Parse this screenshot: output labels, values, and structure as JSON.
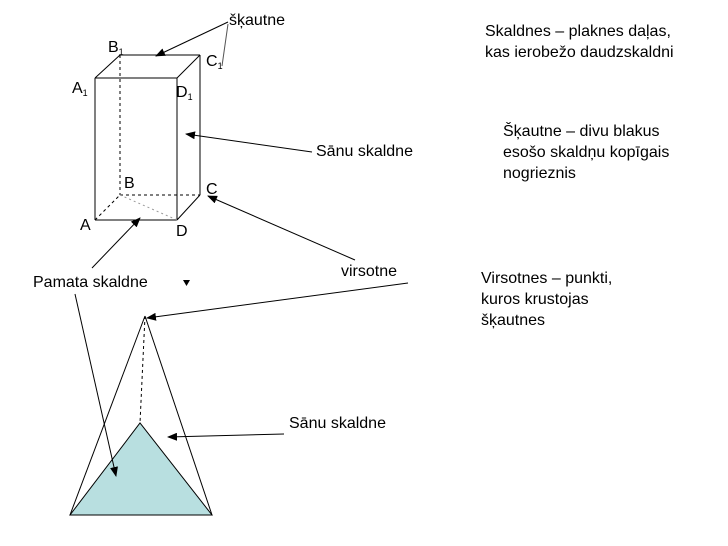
{
  "labels": {
    "skautne": "šķautne",
    "sanu_top": "Sānu skaldne",
    "virsotne": "virsotne",
    "pamata": "Pamata skaldne",
    "sanu_bottom": "Sānu skaldne"
  },
  "vertices": {
    "B": "B",
    "B1_sub": "1",
    "C1": "C",
    "C1_sub": "1",
    "A1": "A",
    "A1_sub": "1",
    "D1": "D",
    "D1_sub": "1",
    "Bbase": "B",
    "Cbase": "C",
    "A": "A",
    "D": "D"
  },
  "notes": {
    "skaldnes": [
      "Skaldnes – plaknes daļas,",
      "kas ierobežo daudzskaldni"
    ],
    "skautne_def": [
      "Šķautne – divu blakus",
      "esošo skaldņu kopīgais",
      "nogrieznis"
    ],
    "virsotnes": [
      "Virsotnes – punkti,",
      "kuros krustojas",
      "šķautnes"
    ]
  },
  "colors": {
    "stroke": "#000000",
    "pyramid_base": "#b8dfe0"
  }
}
